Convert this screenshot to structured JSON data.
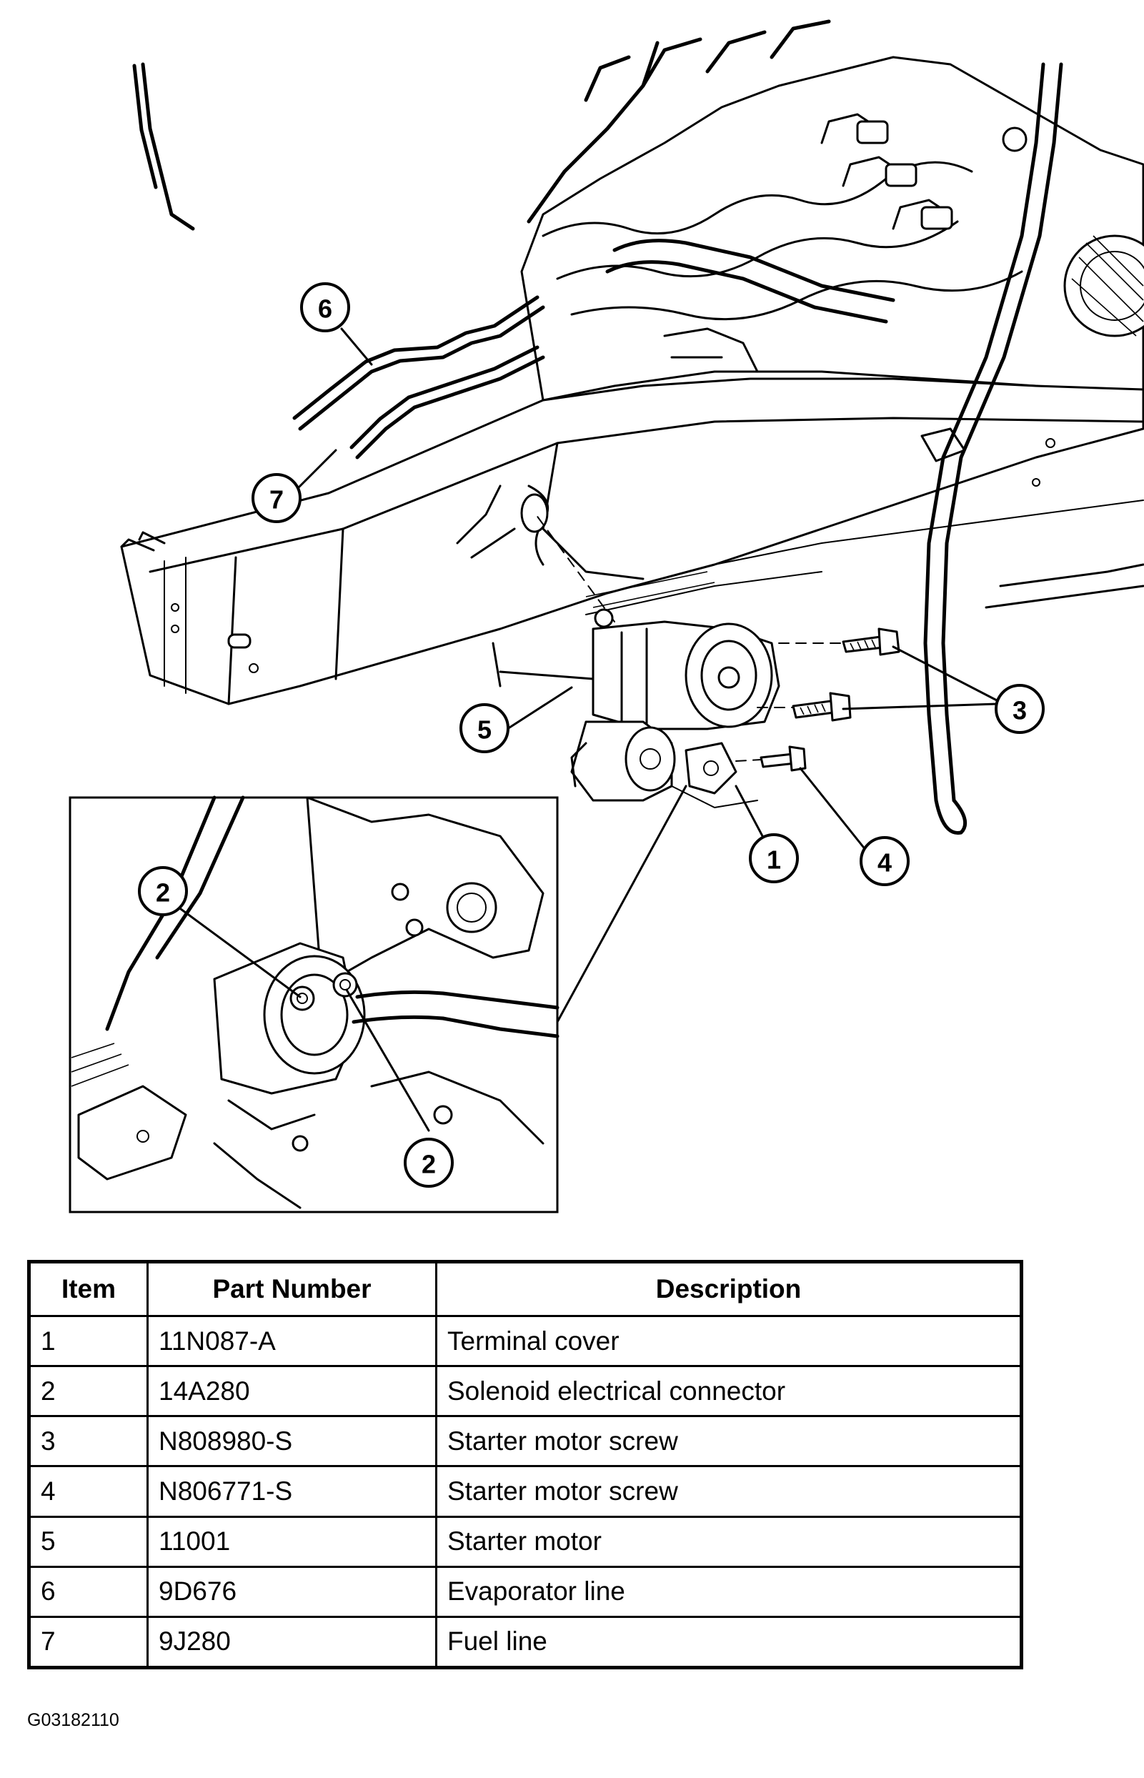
{
  "callouts": {
    "c1": "1",
    "c2a": "2",
    "c2b": "2",
    "c3": "3",
    "c4": "4",
    "c5": "5",
    "c6": "6",
    "c7": "7"
  },
  "parts_table": {
    "headers": [
      "Item",
      "Part Number",
      "Description"
    ],
    "rows": [
      [
        "1",
        "11N087-A",
        "Terminal cover"
      ],
      [
        "2",
        "14A280",
        "Solenoid electrical connector"
      ],
      [
        "3",
        "N808980-S",
        "Starter motor screw"
      ],
      [
        "4",
        "N806771-S",
        "Starter motor screw"
      ],
      [
        "5",
        "11001",
        "Starter motor"
      ],
      [
        "6",
        "9D676",
        "Evaporator line"
      ],
      [
        "7",
        "9J280",
        "Fuel line"
      ]
    ]
  },
  "figure_id": "G03182110"
}
